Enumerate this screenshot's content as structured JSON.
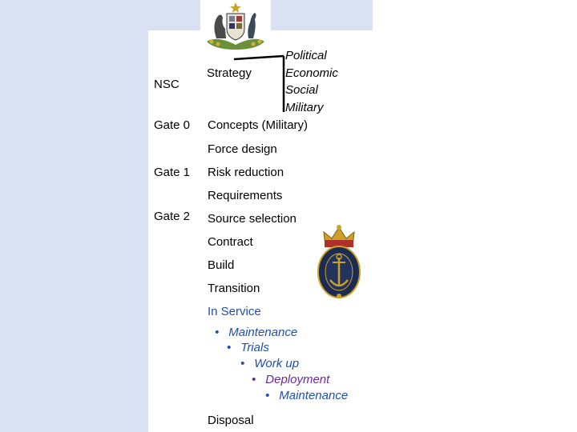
{
  "left_labels": {
    "nsc": "NSC",
    "gate0": "Gate 0",
    "gate1": "Gate 1",
    "gate2": "Gate 2"
  },
  "strategy": {
    "label": "Strategy",
    "items": [
      "Political",
      "Economic",
      "Social",
      "Military"
    ]
  },
  "stages": {
    "concepts": "Concepts (Military)",
    "force_design": "Force design",
    "risk_reduction": "Risk reduction",
    "requirements": "Requirements",
    "source_selection": "Source selection",
    "contract": "Contract",
    "build": "Build",
    "transition": "Transition",
    "in_service": "In Service",
    "disposal": "Disposal"
  },
  "in_service_cycle": {
    "bullet": "•",
    "items": [
      "Maintenance",
      "Trials",
      "Work up",
      "Deployment",
      "Maintenance"
    ]
  },
  "colors": {
    "background_band": "#d9e1f3",
    "in_service": "#1f4fa8",
    "deployment": "#6b2a9a"
  },
  "icons": {
    "crest": "commonwealth-coat-of-arms-icon",
    "navy_badge": "royal-australian-navy-badge-icon"
  }
}
